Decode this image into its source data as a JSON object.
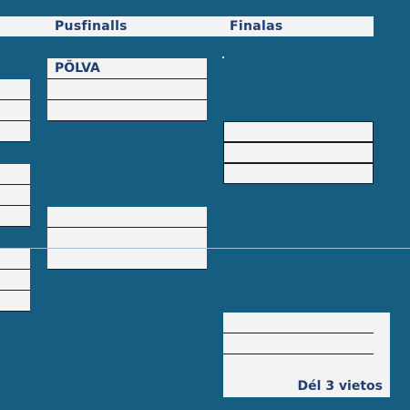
{
  "headers": {
    "semifinal": "Pusfinalls",
    "final": "Finalas"
  },
  "semifinal_top": {
    "team1": "PÕLVA",
    "team2": "",
    "team3": ""
  },
  "third_place": {
    "label": "Dél 3 vietos"
  }
}
